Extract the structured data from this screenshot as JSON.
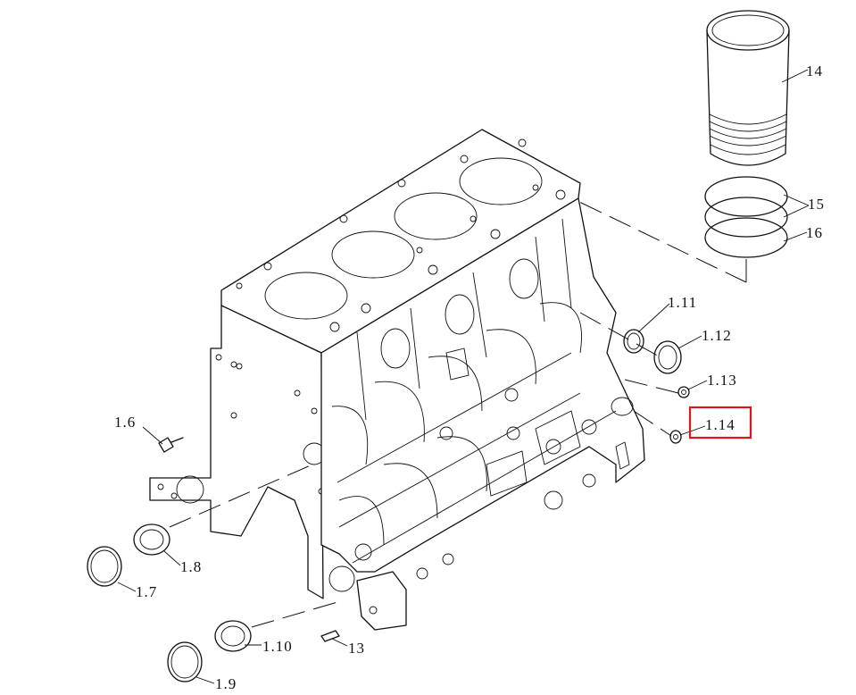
{
  "callouts": [
    {
      "id": "c14",
      "text": "14"
    },
    {
      "id": "c15",
      "text": "15"
    },
    {
      "id": "c16",
      "text": "16"
    },
    {
      "id": "c111",
      "text": "1.11"
    },
    {
      "id": "c112",
      "text": "1.12"
    },
    {
      "id": "c113",
      "text": "1.13"
    },
    {
      "id": "c114",
      "text": "1.14"
    },
    {
      "id": "c16b",
      "text": "1.6"
    },
    {
      "id": "c18",
      "text": "1.8"
    },
    {
      "id": "c17",
      "text": "1.7"
    },
    {
      "id": "c110",
      "text": "1.10"
    },
    {
      "id": "c13",
      "text": "13"
    },
    {
      "id": "c19",
      "text": "1.9"
    }
  ],
  "highlight": {
    "callout": "1.14",
    "color": "#e0141c"
  }
}
